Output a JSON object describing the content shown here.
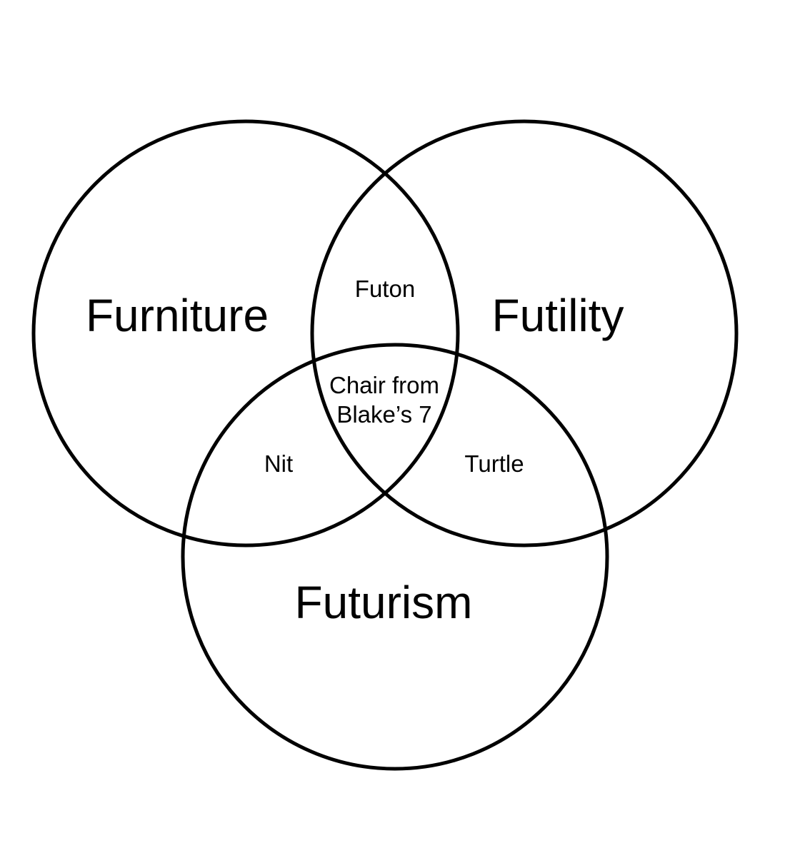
{
  "diagram": {
    "type": "venn",
    "stroke_color": "#000000",
    "background_color": "#ffffff",
    "sets": [
      {
        "id": "furniture",
        "label": "Furniture"
      },
      {
        "id": "futility",
        "label": "Futility"
      },
      {
        "id": "futurism",
        "label": "Futurism"
      }
    ],
    "regions": {
      "furniture_futility": "Futon",
      "furniture_futurism": "Nit",
      "futility_futurism": "Turtle",
      "all_three": {
        "line1": "Chair from",
        "line2": "Blake’s 7"
      }
    }
  }
}
